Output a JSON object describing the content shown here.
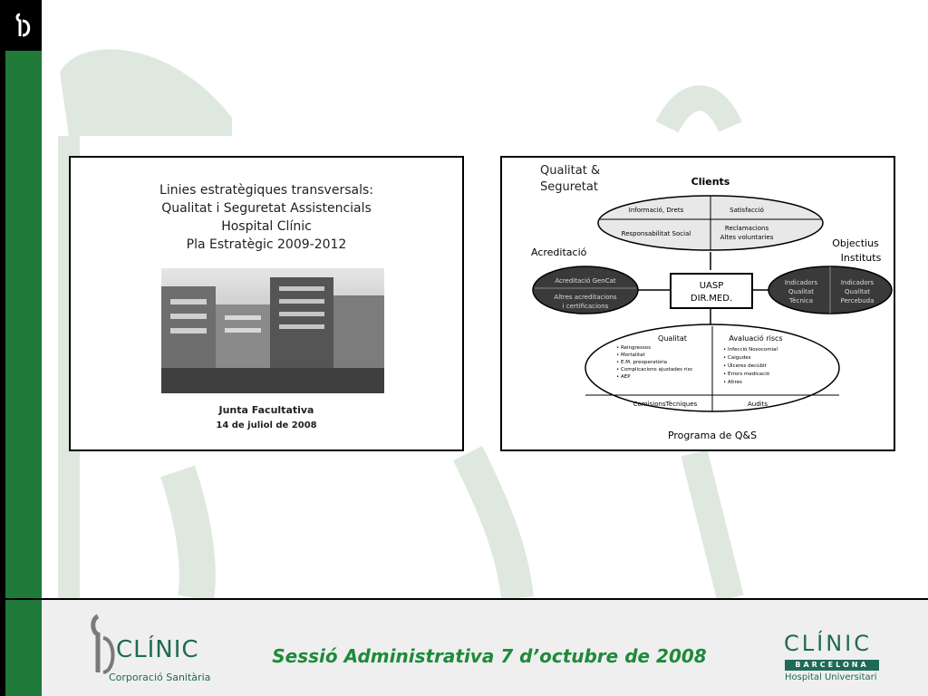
{
  "footer": {
    "title": "Sessió Administrativa 7 d’octubre de 2008",
    "brand_left": "CLÍNIC",
    "brand_left_sub": "Corporació Sanitària",
    "brand_right": "CLÍNIC",
    "brand_right_bar": "BARCELONA",
    "brand_right_sub": "Hospital Universitari"
  },
  "left_slide": {
    "title_lines": [
      "Linies estratègiques transversals:",
      "Qualitat i Seguretat Assistencials",
      "Hospital Clínic",
      "Pla Estratègic 2009-2012"
    ],
    "meeting": "Junta Facultativa",
    "date": "14 de juliol de 2008"
  },
  "right_slide": {
    "title_line1": "Qualitat &",
    "title_line2": "Seguretat",
    "clients": {
      "label": "Clients",
      "cells": [
        "Informació, Drets",
        "Satisfacció",
        "Responsabilitat Social",
        "Reclamacions",
        "Altes voluntaries"
      ]
    },
    "acreditacio": {
      "label": "Acreditació",
      "cells": [
        "Acreditació GenCat",
        "Altres acreditacions",
        "i certificacions"
      ]
    },
    "center": {
      "line1": "UASP",
      "line2": "DIR.MED."
    },
    "objectius": {
      "label_line1": "Objectius",
      "label_line2": "Instituts",
      "cells": [
        "Indicadors",
        "Qualitat",
        "Tècnica",
        "Indicadors",
        "Qualitat",
        "Percebuda"
      ]
    },
    "bottom": {
      "qualitat": "Qualitat",
      "qualitat_items": [
        "• Reingressos",
        "• Mortalitat",
        "• E.M. preoperatòria",
        "• Complicacions ajustades risc",
        "• AEP"
      ],
      "avaluacio": "Avaluació riscs",
      "avaluacio_items": [
        "• Infecció Nosocomial",
        "• Caigudes",
        "• Úlceres decúbit",
        "• Errors medicació",
        "• Altres"
      ],
      "comisions": "ComisionsTècniques",
      "audits": "Audits",
      "programa": "Programa de Q&S"
    }
  },
  "colors": {
    "green": "#1f7a3a",
    "brand": "#1f6a55",
    "footer_text": "#1e8a3a"
  }
}
